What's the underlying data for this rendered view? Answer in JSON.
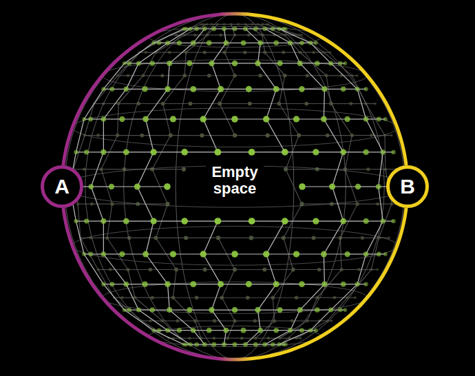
{
  "diagram": {
    "nodes": [
      {
        "text": [
          "A"
        ]
      },
      {
        "text": [
          "B"
        ]
      }
    ],
    "edges": [
      {
        "from": 0,
        "to": 1,
        "arrow": "none"
      },
      {
        "from": 0,
        "to": 1,
        "arrow": "none"
      }
    ],
    "labels": [
      "Empty space"
    ]
  }
}
